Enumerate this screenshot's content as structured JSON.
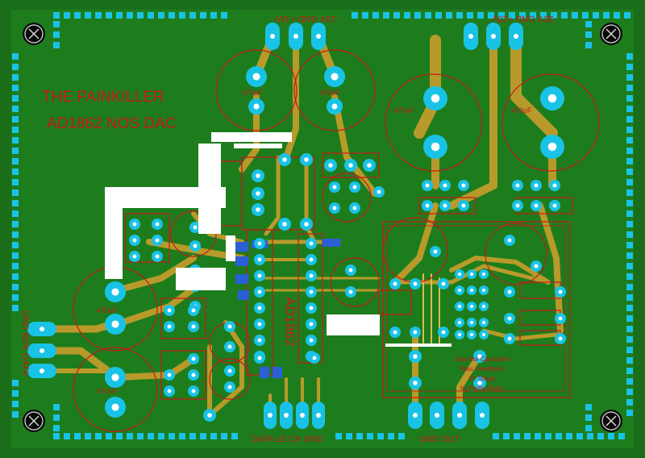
{
  "board": {
    "title_line1": "THE PAINKILLER",
    "title_line2": "AD1862 NOS DAC",
    "colors": {
      "board": "#1a7a1a",
      "copper": "#b89a2a",
      "pad": "#19c3e6",
      "silk": "#c81818",
      "white": "#ffffff"
    }
  },
  "connectors": {
    "top_left": "-15V GND +15V",
    "top_right": "-20V GND +20V",
    "left_side": "GND BCK DATA",
    "bottom_left": "DATA LE CK GND",
    "bottom_right": "GND OUT"
  },
  "components": {
    "chip": "AD1862",
    "cap_label": "470uF",
    "note_lines": [
      "Discrete Cascoded",
      "Bias Feedback",
      "I/V Stage",
      "by Pedja Rogic"
    ]
  }
}
